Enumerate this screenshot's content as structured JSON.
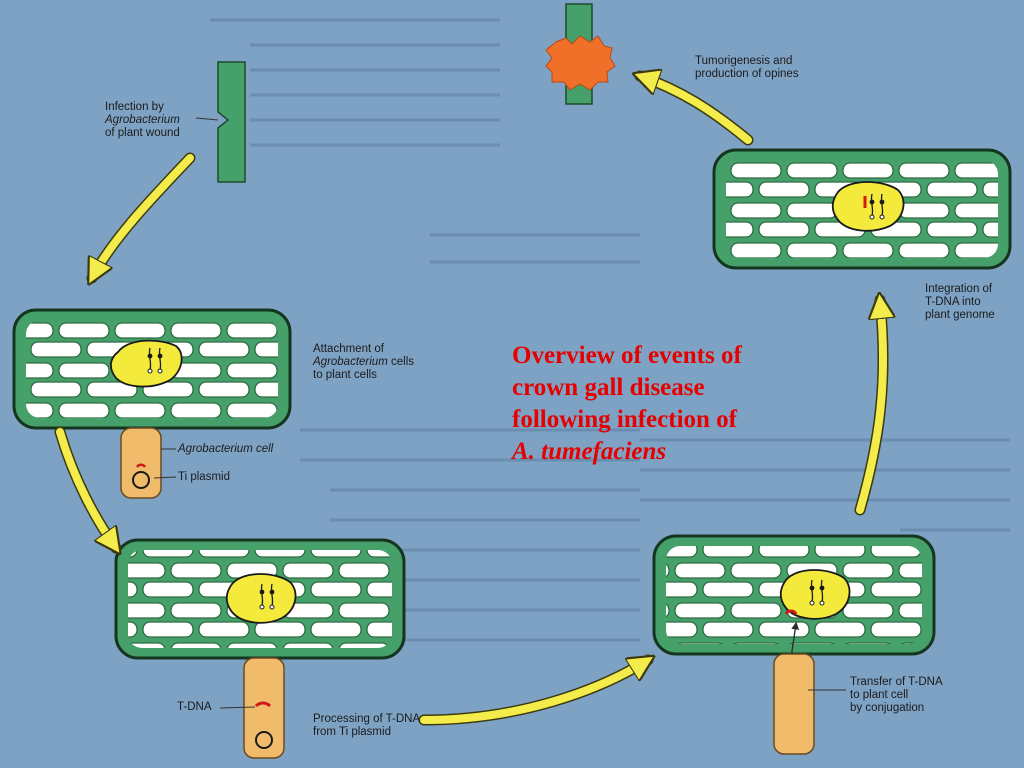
{
  "headline": {
    "line1": "Overview of events of",
    "line2": "crown gall disease",
    "line3": "following infection of",
    "line4": "A. tumefaciens"
  },
  "steps": {
    "infection": {
      "line1": "Infection by",
      "line2": "Agrobacterium",
      "line3": "of plant wound"
    },
    "attachment": {
      "line1": "Attachment of",
      "line2_italic": "Agrobacterium",
      "line2_rest": "  cells",
      "line3": "to plant cells"
    },
    "processing": {
      "line1": "Processing of T-DNA",
      "line2": "from Ti plasmid"
    },
    "transfer": {
      "line1": "Transfer of T-DNA",
      "line2": "to plant cell",
      "line3": "by conjugation"
    },
    "integration": {
      "line1": "Integration of",
      "line2": "T-DNA into",
      "line3": "plant genome"
    },
    "tumorigenesis": {
      "line1": "Tumorigenesis and",
      "line2": "production of opines"
    }
  },
  "parts": {
    "agrobacterium_cell": "Agrobacterium cell",
    "ti_plasmid": "Ti plasmid",
    "tdna": "T-DNA"
  },
  "colors": {
    "background": "#7ea2c4",
    "plant_tissue": "#46a06a",
    "cell": "#ffffff",
    "nucleus": "#f4ea3c",
    "bacterium": "#f0bc6c",
    "tdna": "#d01818",
    "tumor": "#f0702a",
    "arrow": "#f3ec4a",
    "headline": "#e60000"
  }
}
